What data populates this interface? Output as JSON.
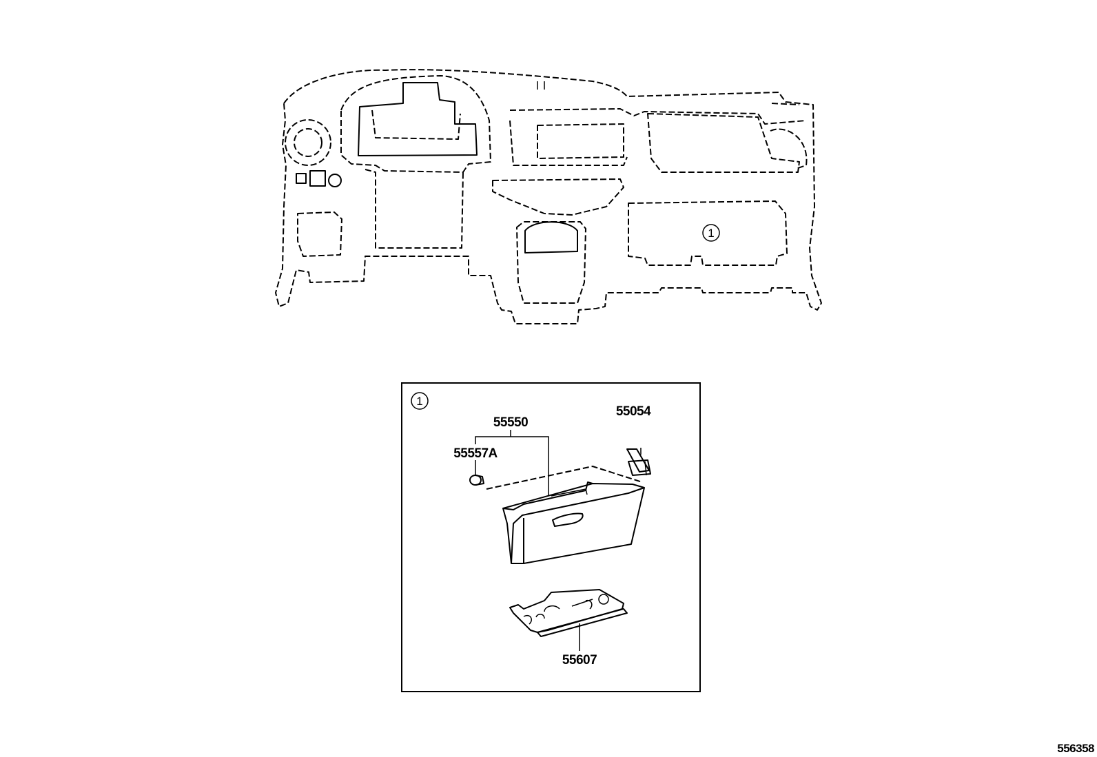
{
  "callout_ref": "1",
  "parts": {
    "glove_box_assy": "55550",
    "bumper": "55557A",
    "damper": "55054",
    "lower_cover": "55607"
  },
  "illustration_id": "556358",
  "colors": {
    "line": "#000000",
    "background": "#ffffff"
  }
}
